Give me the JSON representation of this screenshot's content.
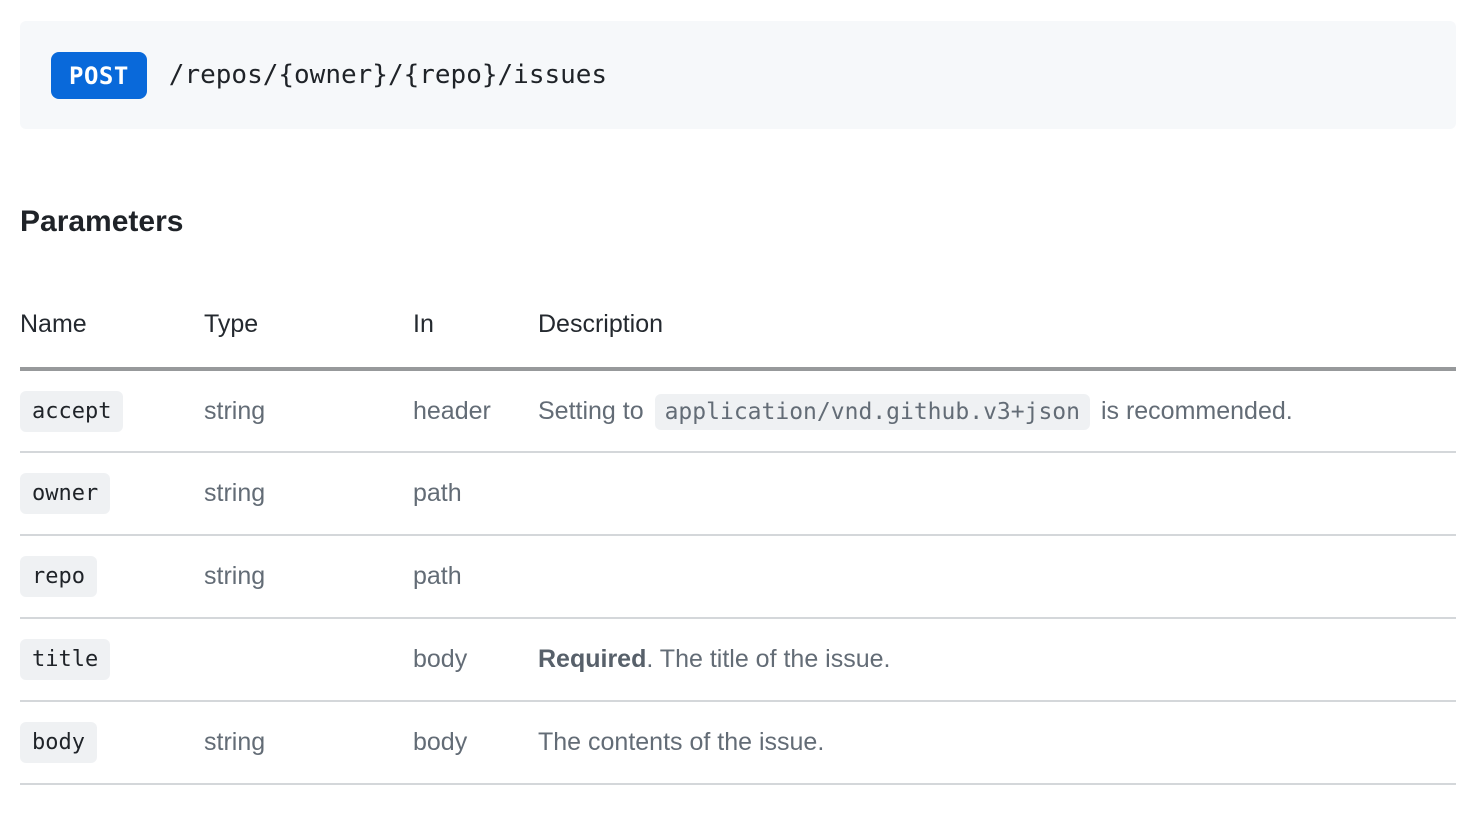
{
  "endpoint": {
    "method": "POST",
    "path": "/repos/{owner}/{repo}/issues"
  },
  "parameters_section": {
    "title": "Parameters",
    "table": {
      "headers": [
        "Name",
        "Type",
        "In",
        "Description"
      ],
      "rows": [
        {
          "name": "accept",
          "type": "string",
          "in": "header",
          "description": [
            {
              "style": "normal",
              "text": "Setting to "
            },
            {
              "style": "code",
              "text": "application/vnd.github.v3+json"
            },
            {
              "style": "normal",
              "text": " is recommended."
            }
          ]
        },
        {
          "name": "owner",
          "type": "string",
          "in": "path",
          "description": []
        },
        {
          "name": "repo",
          "type": "string",
          "in": "path",
          "description": []
        },
        {
          "name": "title",
          "type": "",
          "in": "body",
          "description": [
            {
              "style": "bold",
              "text": "Required"
            },
            {
              "style": "normal",
              "text": ". The title of the issue."
            }
          ]
        },
        {
          "name": "body",
          "type": "string",
          "in": "body",
          "description": [
            {
              "style": "normal",
              "text": "The contents of the issue."
            }
          ]
        }
      ]
    }
  },
  "colors": {
    "method_badge_bg": "#0969da",
    "method_badge_text": "#ffffff",
    "endpoint_box_bg": "#f6f8fa",
    "dark_text": "#1f2328",
    "muted_text": "#636c76",
    "code_pill_bg": "#eef1f4",
    "header_border": "#97999b",
    "row_border": "#d4d7da"
  }
}
